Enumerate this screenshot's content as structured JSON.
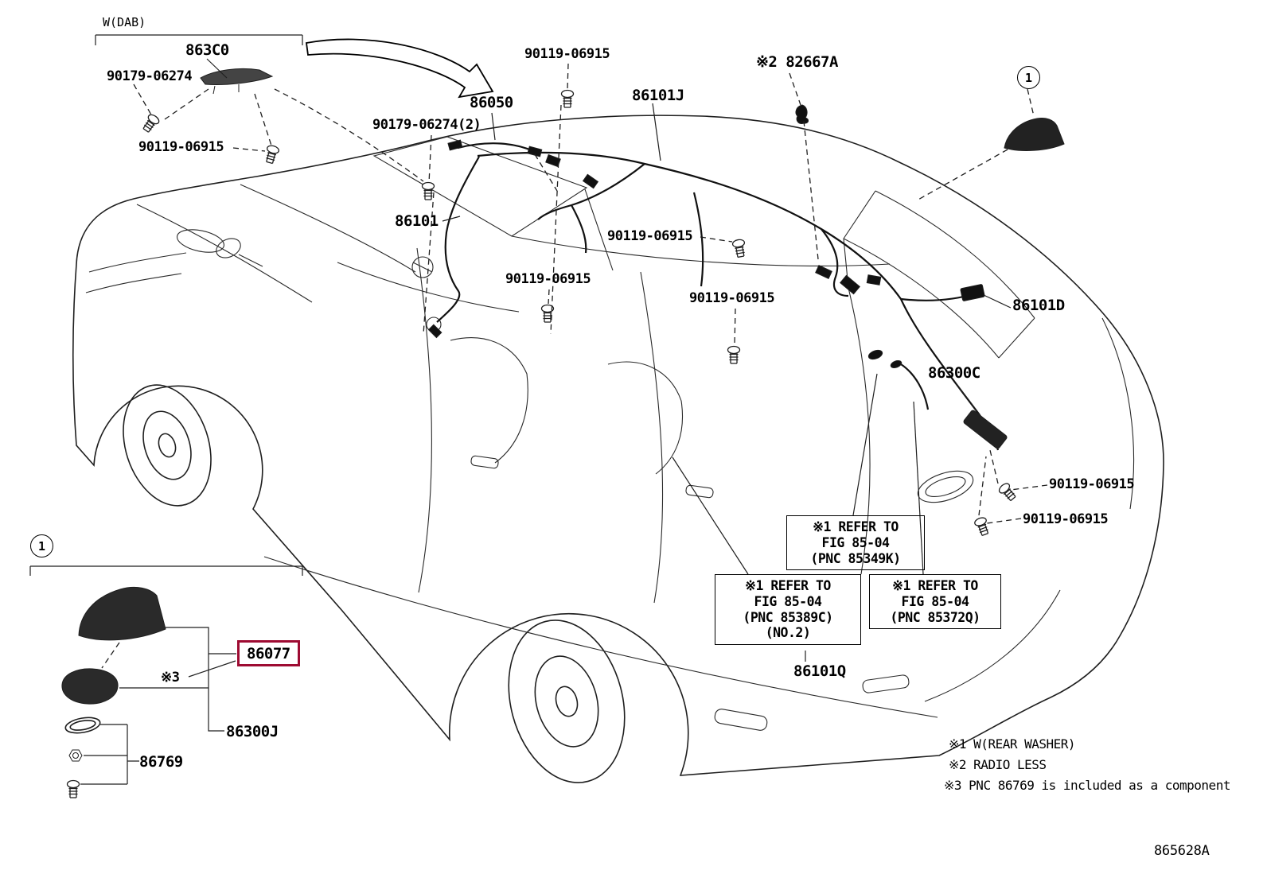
{
  "diagram": {
    "code": "865628A",
    "highlight_color": "#9E0B32",
    "labels": {
      "wdab": "W(DAB)",
      "p863C0": "863C0",
      "p90179_06274": "90179-06274",
      "p90179_06274_2": "90179-06274(2)",
      "p90119_06915": "90119-06915",
      "p86050": "86050",
      "p86101J": "86101J",
      "p82667A": "※2 82667A",
      "p86101": "86101",
      "p86101D": "86101D",
      "p86300C": "86300C",
      "p86101Q": "86101Q",
      "p86077": "86077",
      "p86300J": "86300J",
      "p86769": "86769",
      "mark3": "※3",
      "callout1": "1"
    },
    "refer_blocks": {
      "b85349K": {
        "l1": "※1 REFER TO",
        "l2": "FIG 85-04",
        "l3": "(PNC 85349K)"
      },
      "b85389C": {
        "l1": "※1 REFER TO",
        "l2": "FIG 85-04",
        "l3": "(PNC 85389C)",
        "l4": "(NO.2)"
      },
      "b85372Q": {
        "l1": "※1 REFER TO",
        "l2": "FIG 85-04",
        "l3": "(PNC 85372Q)"
      }
    },
    "notes": {
      "n1": "※1 W(REAR WASHER)",
      "n2": "※2 RADIO LESS",
      "n3": "※3 PNC 86769 is included as a component"
    }
  }
}
